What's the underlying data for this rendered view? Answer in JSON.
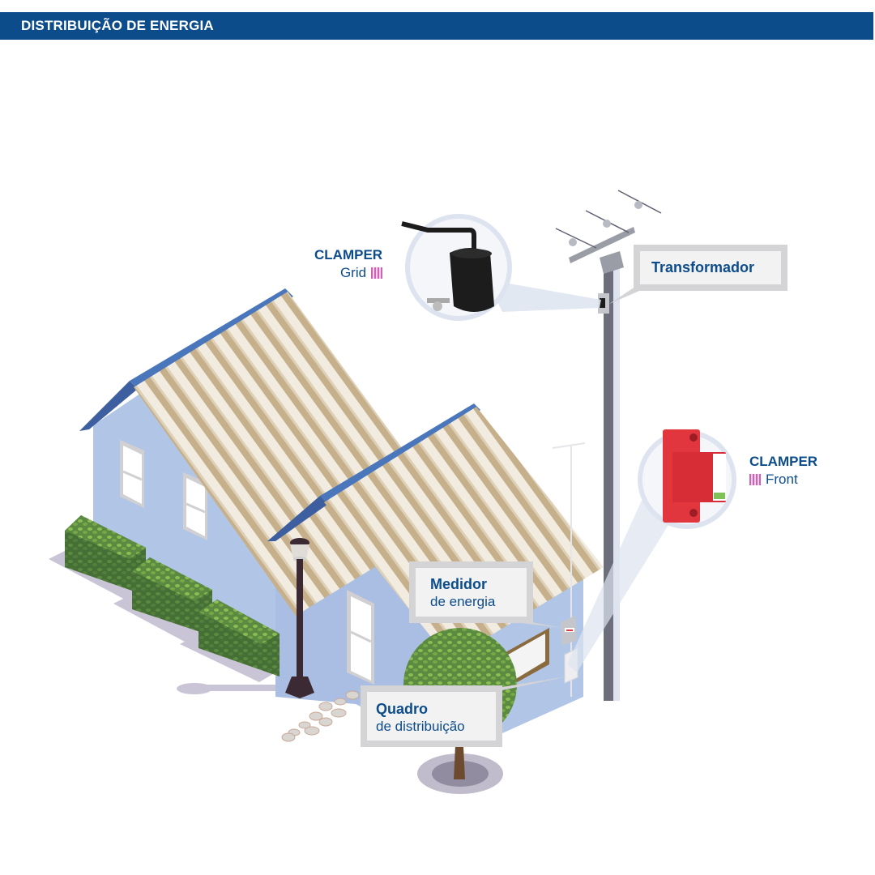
{
  "header": {
    "title": "DISTRIBUIÇÃO DE ENERGIA",
    "background_color": "#0d4c8b",
    "text_color": "#ffffff"
  },
  "products": [
    {
      "brand": "CLAMPER",
      "name": "Grid",
      "qr_icon": "qr-code-icon",
      "depicts": "black cylindrical surge arrester with bent rod and wing-nut clamp"
    },
    {
      "brand": "CLAMPER",
      "name": "Front",
      "qr_icon": "qr-code-icon",
      "depicts": "red DIN-rail surge protection device"
    }
  ],
  "callouts": {
    "transformador": {
      "title": "Transformador"
    },
    "medidor": {
      "title": "Medidor",
      "subtitle": "de energia"
    },
    "quadro": {
      "title": "Quadro",
      "subtitle": "de distribuição"
    }
  },
  "scene": {
    "elements": [
      "house",
      "roof",
      "utility-pole",
      "crossarm",
      "energy-meter",
      "distribution-board",
      "hedges",
      "street-lamp",
      "tree",
      "stepping-stones",
      "antenna"
    ],
    "colors": {
      "wall": "#b1c5e6",
      "roof_light": "#f1ebe0",
      "roof_dark": "#c6b08b",
      "roof_edge": "#4a76bb",
      "pole": "#6c6f7b",
      "pole_light": "#dfe3f0",
      "hedge_dark": "#4f7a3e",
      "hedge_light": "#8cbd52",
      "accent_red": "#e2363f",
      "callout_fill": "#f2f2f3",
      "callout_border": "#d4d4d6",
      "circle_ring": "#dde4f0"
    }
  }
}
